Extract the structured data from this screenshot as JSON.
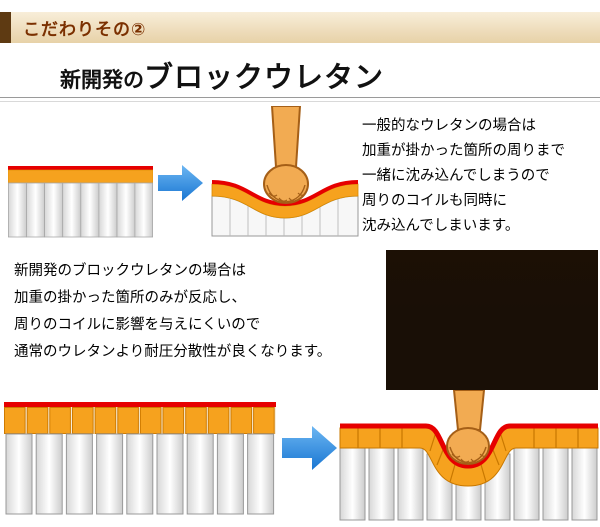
{
  "header": {
    "badge": "こだわりその②"
  },
  "title": {
    "prefix": "新開発の",
    "main": "ブロックウレタン"
  },
  "general_urethane": {
    "lines": [
      "一般的なウレタンの場合は",
      "加重が掛かった箇所の周りまで",
      "一緒に沈み込んでしまうので",
      "周りのコイルも同時に",
      "沈み込んでしまいます。"
    ]
  },
  "block_urethane": {
    "lines": [
      "新開発のブロックウレタンの場合は",
      "加重の掛かった箇所のみが反応し、",
      "周りのコイルに影響を与えにくいので",
      "通常のウレタンより耐圧分散性が良くなります。"
    ]
  },
  "icons": {
    "arrow": "arrow-right-icon",
    "hand": "hand-press-icon",
    "foam_photo": "block-urethane-foam-photo"
  },
  "colors": {
    "accent_red": "#e60000",
    "urethane_orange": "#f6a21e",
    "arrow_blue": "#1976d2",
    "header_text": "#7b3000",
    "header_bg": "#eedcbb",
    "header_accent": "#5e3a12",
    "hand_skin": "#f2ab52",
    "foam_cream": "#f4ead3"
  }
}
